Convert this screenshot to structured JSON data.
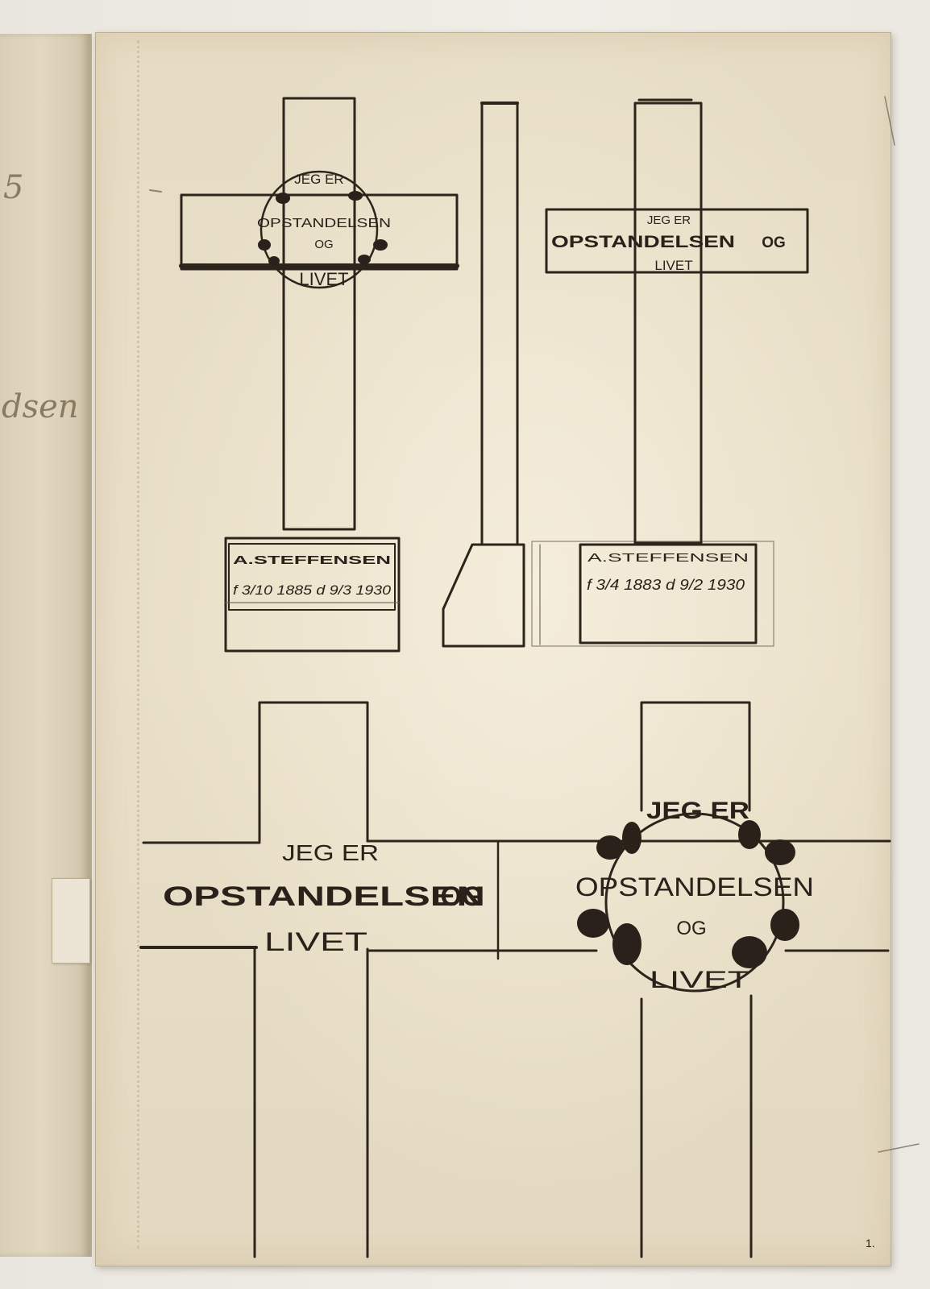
{
  "prev_page": {
    "fragments": [
      "5",
      "dsen"
    ]
  },
  "inscriptions": {
    "cross1": {
      "line1": "JEG ER",
      "line2": "OPSTANDELSEN",
      "line3": "OG",
      "line4": "LIVET"
    },
    "cross2": {
      "line1": "JEG ER",
      "line2": "OPSTANDELSEN",
      "line3": "OG",
      "line4": "LIVET"
    },
    "cross3": {
      "line1": "JEG ER",
      "line2": "OPSTANDELSEN",
      "line3": "OG",
      "line4": "LIVET"
    },
    "cross4": {
      "line1": "JEG ER",
      "line2": "OPSTANDELSEN",
      "line3": "OG",
      "line4": "LIVET"
    }
  },
  "plaques": {
    "plaque1": {
      "name": "A.STEFFENSEN",
      "dates": "f 3/10 1885 d 9/3 1930"
    },
    "plaque2": {
      "name": "A.STEFFENSEN",
      "dates": "f 3/4 1883 d 9/2 1930"
    }
  },
  "page_mark": "1."
}
